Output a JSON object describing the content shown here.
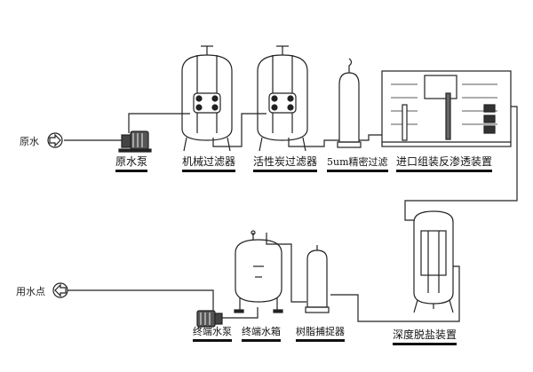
{
  "inlet": {
    "label": "原水"
  },
  "outlet": {
    "label": "用水点"
  },
  "stages_top": [
    {
      "label": "原水泵"
    },
    {
      "label": "机械过滤器"
    },
    {
      "label": "活性炭过滤器"
    },
    {
      "label": "5um精密过滤"
    },
    {
      "label": "进口组装反渗透装置"
    }
  ],
  "stages_bottom": [
    {
      "label": "终端水泵"
    },
    {
      "label": "终端水箱"
    },
    {
      "label": "树脂捕捉器"
    },
    {
      "label": "深度脱盐装置"
    }
  ]
}
